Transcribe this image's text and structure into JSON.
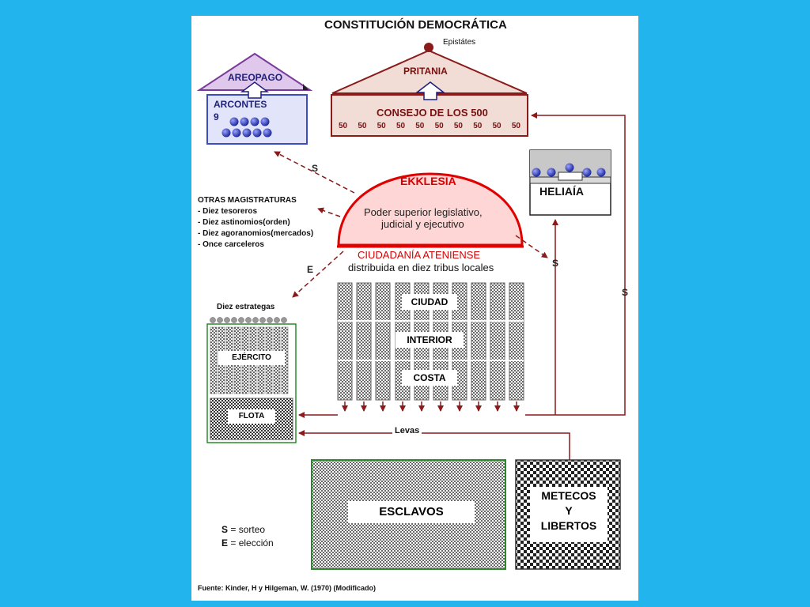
{
  "title": "CONSTITUCIÓN DEMOCRÁTICA",
  "epistates": "Epistátes",
  "areopago": "AREOPAGO",
  "arcontes": {
    "label": "ARCONTES",
    "count": "9"
  },
  "pritania": "PRITANIA",
  "consejo": {
    "label": "CONSEJO DE LOS 500",
    "values": [
      "50",
      "50",
      "50",
      "50",
      "50",
      "50",
      "50",
      "50",
      "50",
      "50"
    ]
  },
  "heliaia": "HELIAÍA",
  "ekklesia": {
    "title": "EKKLESIA",
    "line1": "Poder superior legislativo,",
    "line2": "judicial y ejecutivo"
  },
  "otras": {
    "title": "OTRAS MAGISTRATURAS",
    "items": [
      "- Diez tesoreros",
      "- Diez astinomios(orden)",
      "- Diez agoranomios(mercados)",
      "- Once carceleros"
    ]
  },
  "ciudadania": {
    "title": "CIUDADANÍA ATENIENSE",
    "subtitle": "distribuida en diez tribus locales"
  },
  "regions": [
    "CIUDAD",
    "INTERIOR",
    "COSTA"
  ],
  "estrategas": "Diez estrategas",
  "ejercito": "EJÉRCITO",
  "flota": "FLOTA",
  "levas": "Levas",
  "esclavos": "ESCLAVOS",
  "metecos": [
    "METECOS",
    "Y",
    "LIBERTOS"
  ],
  "arrow_labels": {
    "s_areopago": "S",
    "e_magistraturas": "E",
    "s_heliaia": "S",
    "s_consejo": "S"
  },
  "legend": {
    "s": "S",
    "s_text": " = sorteo",
    "e": "E",
    "e_text": " = elección"
  },
  "source": "Fuente: Kinder, H y Hilgeman, W. (1970) (Modificado)",
  "colors": {
    "background": "#22b4ec",
    "arrow": "#8b1a1a",
    "navy": "#1f1f7a",
    "ekklesia_red": "#e00000"
  }
}
